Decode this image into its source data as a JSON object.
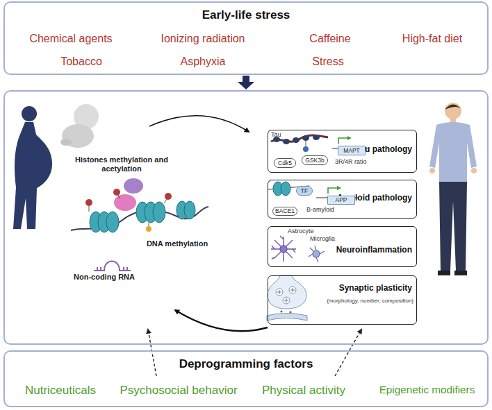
{
  "diagram": {
    "nodes": [
      {
        "text": [
          "Early-life stress",
          "Chemical agents",
          "Ionizing radiation",
          "Caffeine",
          "High-fat diet",
          "Tobacco",
          "Asphyxia",
          "Stress"
        ]
      },
      {
        "text": [
          "Histones methylation and acetylation",
          "DNA methylation",
          "Non-coding RNA"
        ]
      },
      {
        "text": [
          "Tau pathology",
          "Tau",
          "3R/4R ratio"
        ],
        "in": 1
      },
      {
        "text": [
          "Cdk5"
        ],
        "in": 2
      },
      {
        "text": [
          "GSK3b"
        ],
        "in": 2
      },
      {
        "text": [
          "MAPT"
        ],
        "in": 2
      },
      {
        "text": [
          "Amyloid pathology",
          "B-amyloid"
        ],
        "in": 1
      },
      {
        "text": [
          "TF"
        ],
        "in": 6
      },
      {
        "text": [
          "APP"
        ],
        "in": 6
      },
      {
        "text": [
          "BACE1"
        ],
        "in": 6
      },
      {
        "text": [
          "Neuroinflammation",
          "Astrocyte",
          "Microglia"
        ],
        "in": 1
      },
      {
        "text": [
          "Synaptic plasticity",
          "(morphology, number, composition)"
        ],
        "in": 1
      },
      {
        "text": [
          "Deprogramming factors",
          "Nutriceuticals",
          "Psychosocial behavior",
          "Physical activity",
          "Epigenetic modifiers"
        ]
      }
    ],
    "edges": [
      {
        "from": 0,
        "to": 1,
        "arrow": "to"
      },
      {
        "from": 12,
        "to": 1,
        "arrow": "to"
      },
      {
        "from": 12,
        "to": 1,
        "arrow": "to"
      }
    ]
  }
}
